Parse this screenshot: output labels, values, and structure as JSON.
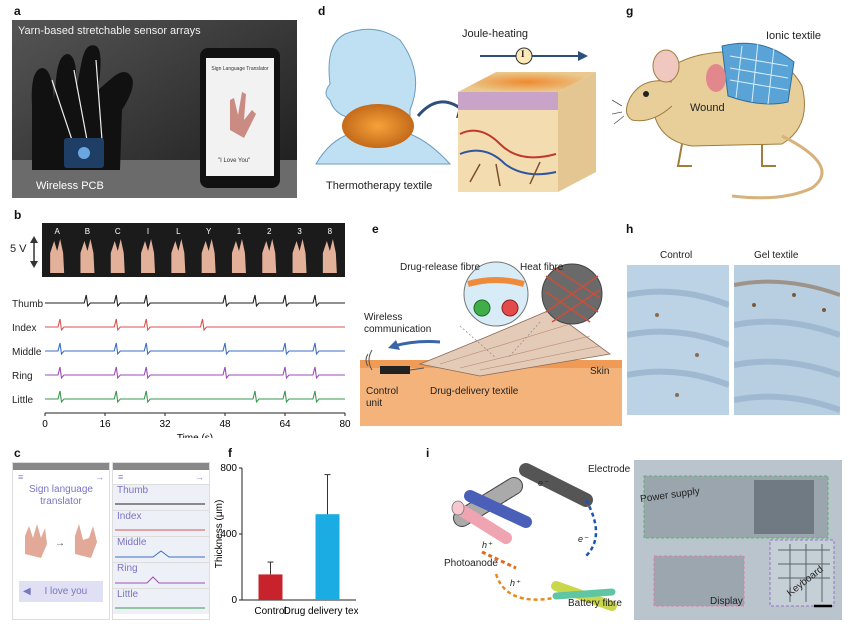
{
  "panels": {
    "a": {
      "label": "a",
      "title": "Yarn-based stretchable sensor arrays",
      "pcb_label": "Wireless PCB",
      "phone_title": "Sign Language Translator",
      "phone_text": "\"I Love You\""
    },
    "b": {
      "label": "b",
      "scale_label": "5 V",
      "gestures": [
        "A",
        "B",
        "C",
        "I",
        "L",
        "Y",
        "1",
        "2",
        "3",
        "8"
      ]
    },
    "c": {
      "label": "c",
      "title": "Sign language translator",
      "output": "I love you",
      "channels": [
        "Thumb",
        "Index",
        "Middle",
        "Ring",
        "Little"
      ]
    },
    "d": {
      "label": "d",
      "heating": "Joule-heating",
      "current_symbol": "I",
      "caption": "Thermotherapy textile"
    },
    "e": {
      "label": "e",
      "drug_fibre": "Drug-release fibre",
      "heat_fibre": "Heat fibre",
      "wireless_line1": "Wireless",
      "wireless_line2": "communication",
      "skin": "Skin",
      "control_line1": "Control",
      "control_line2": "unit",
      "textile": "Drug-delivery textile"
    },
    "g": {
      "label": "g",
      "ionic": "Ionic textile",
      "wound": "Wound"
    },
    "h": {
      "label": "h",
      "control": "Control",
      "gel": "Gel textile"
    },
    "i": {
      "label": "i",
      "electrode": "Electrode",
      "photoanode": "Photoanode",
      "battery": "Battery fibre",
      "hplus": "h⁺",
      "eminus": "e⁻",
      "power": "Power supply",
      "display": "Display",
      "keyboard": "Keyboard"
    },
    "f": {
      "label": "f"
    }
  },
  "chart_data": [
    {
      "type": "line",
      "panel": "b",
      "xlabel": "Time (s)",
      "xlim": [
        0,
        80
      ],
      "xticks": [
        0,
        16,
        32,
        48,
        64,
        80
      ],
      "series": [
        {
          "name": "Thumb",
          "color": "#222222",
          "peaks": [
            11,
            19,
            27,
            48,
            56,
            64,
            72
          ]
        },
        {
          "name": "Index",
          "color": "#d9534f",
          "peaks": [
            4,
            19,
            27,
            42
          ]
        },
        {
          "name": "Middle",
          "color": "#3b6fc4",
          "peaks": [
            4,
            19,
            27,
            48,
            64,
            72
          ]
        },
        {
          "name": "Ring",
          "color": "#9b4fb5",
          "peaks": [
            4,
            19,
            27,
            48,
            64,
            72
          ]
        },
        {
          "name": "Little",
          "color": "#3a9a4f",
          "peaks": [
            4,
            19,
            27,
            56,
            64,
            72
          ]
        }
      ]
    },
    {
      "type": "bar",
      "panel": "f",
      "categories": [
        "Control",
        "Drug delivery textile"
      ],
      "values": [
        155,
        520
      ],
      "errors": [
        75,
        240
      ],
      "colors": [
        "#c8232c",
        "#1aace3"
      ],
      "ylabel": "Thickness (μm)",
      "ylim": [
        0,
        800
      ],
      "yticks": [
        0,
        400,
        800
      ]
    }
  ]
}
